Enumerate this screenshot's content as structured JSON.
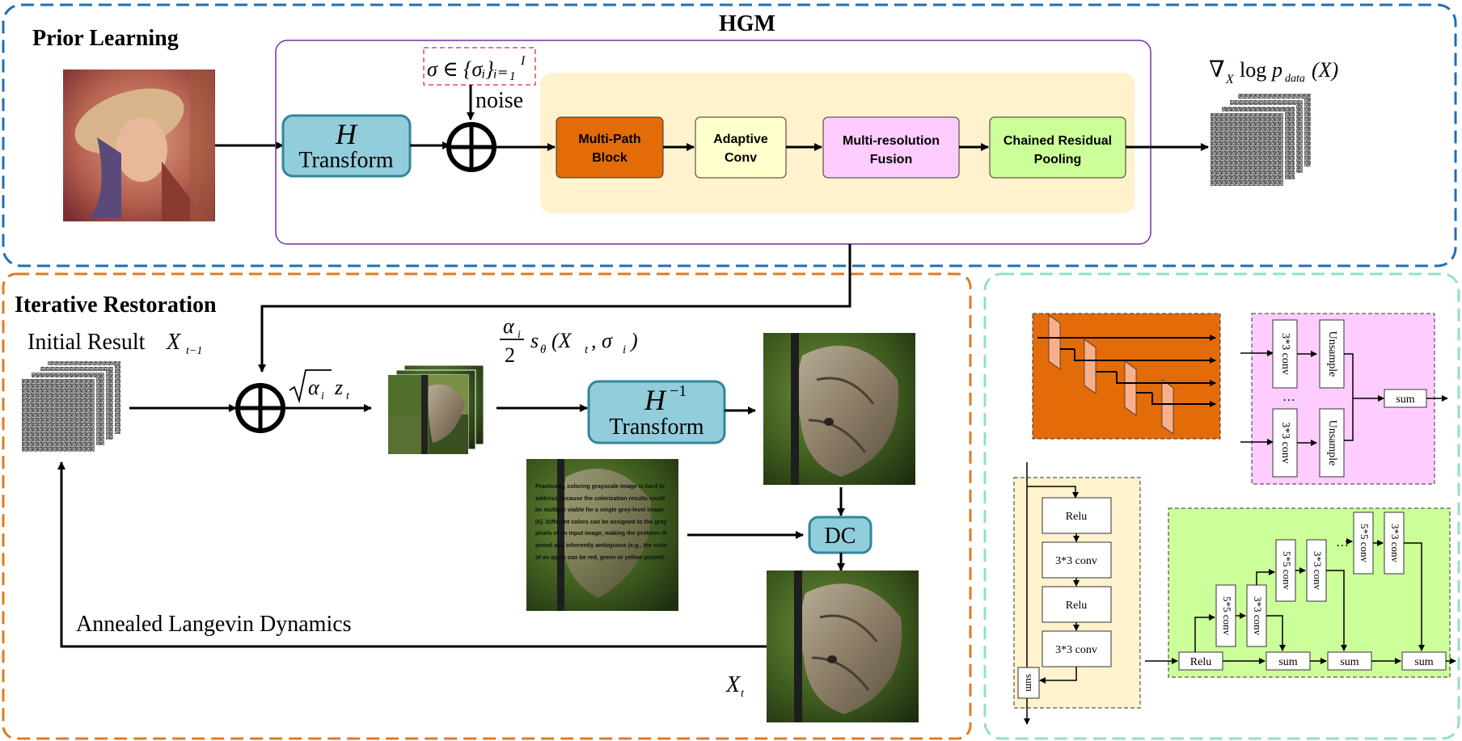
{
  "prior": {
    "hgm_title": "HGM",
    "section_title": "Prior Learning",
    "sigma_label": "σ ∈ {σᵢ}ᵢ₌₁",
    "sigma_sup": "I",
    "noise_label": "noise",
    "h_transform_line1": "H",
    "h_transform_line2": "Transform",
    "blocks": [
      {
        "line1": "Multi-Path",
        "line2": "Block",
        "color": "#E36C09"
      },
      {
        "line1": "Adaptive",
        "line2": "Conv",
        "color": "#FFFFCC"
      },
      {
        "line1": "Multi-resolution",
        "line2": "Fusion",
        "color": "#FFCCFF"
      },
      {
        "line1": "Chained Residual",
        "line2": "Pooling",
        "color": "#CCFF99"
      }
    ],
    "gradient_label": "∇",
    "gradient_sub": "X",
    "gradient_log": "log",
    "gradient_p": "p",
    "gradient_pdata": "data",
    "gradient_arg": "(X)"
  },
  "restoration": {
    "section_title": "Iterative Restoration",
    "initial_label": "Initial Result",
    "initial_var": "X",
    "initial_sub": "t−1",
    "sqrt_term_alpha": "α",
    "sqrt_term_i": "i",
    "sqrt_term_z": "z",
    "sqrt_term_t": "t",
    "frac_num": "α",
    "frac_num_sub": "i",
    "frac_den": "2",
    "score_expr": "s",
    "score_sub": "θ",
    "score_args": "(X",
    "score_args_t": "t",
    "score_args_rest": ", σ",
    "score_args_i": "i",
    "score_close": ")",
    "hinv_line1": "H",
    "hinv_sup": "−1",
    "hinv_line2": "Transform",
    "dc_label": "DC",
    "annealed_label": "Annealed Langevin Dynamics",
    "xt_label": "X",
    "xt_sub": "t",
    "overlay_text": "Practically, coloring grayscale image is hard to address because the colorization results could be multiple viable for a single grey-level image [6]. Different colors can be assigned to the gray pixels of an input image, making the problem ill-posed and inherently ambiguous (e.g., the color of an apple can be red, green or yellow purple)."
  },
  "detail": {
    "crp_left": {
      "relu1": "Relu",
      "conv1": "3*3 conv",
      "relu2": "Relu",
      "conv2": "3*3 conv",
      "sum": "sum"
    },
    "fusion": {
      "conv_top": "3*3 conv",
      "upsample_top": "Unsample",
      "dots": "…",
      "conv_bottom": "3*3 conv",
      "upsample_bottom": "Unsample",
      "sum": "sum"
    },
    "chained": {
      "relu": "Relu",
      "c1": "5*5 conv",
      "c2": "3*3 conv",
      "c3": "5*5 conv",
      "c4": "3*3 conv",
      "c5": "5*5 conv",
      "c6": "3*3 conv",
      "sum1": "sum",
      "sum2": "sum",
      "sum3": "sum",
      "dots": "…"
    }
  },
  "colors": {
    "blue_dash": "#1F6FB5",
    "orange_dash": "#E07B1F",
    "green_dash": "#8FE3C1",
    "teal_fill": "#92CDDC",
    "teal_stroke": "#31859C",
    "hgm_border": "#7030A0",
    "cream": "#FFF2CC"
  }
}
